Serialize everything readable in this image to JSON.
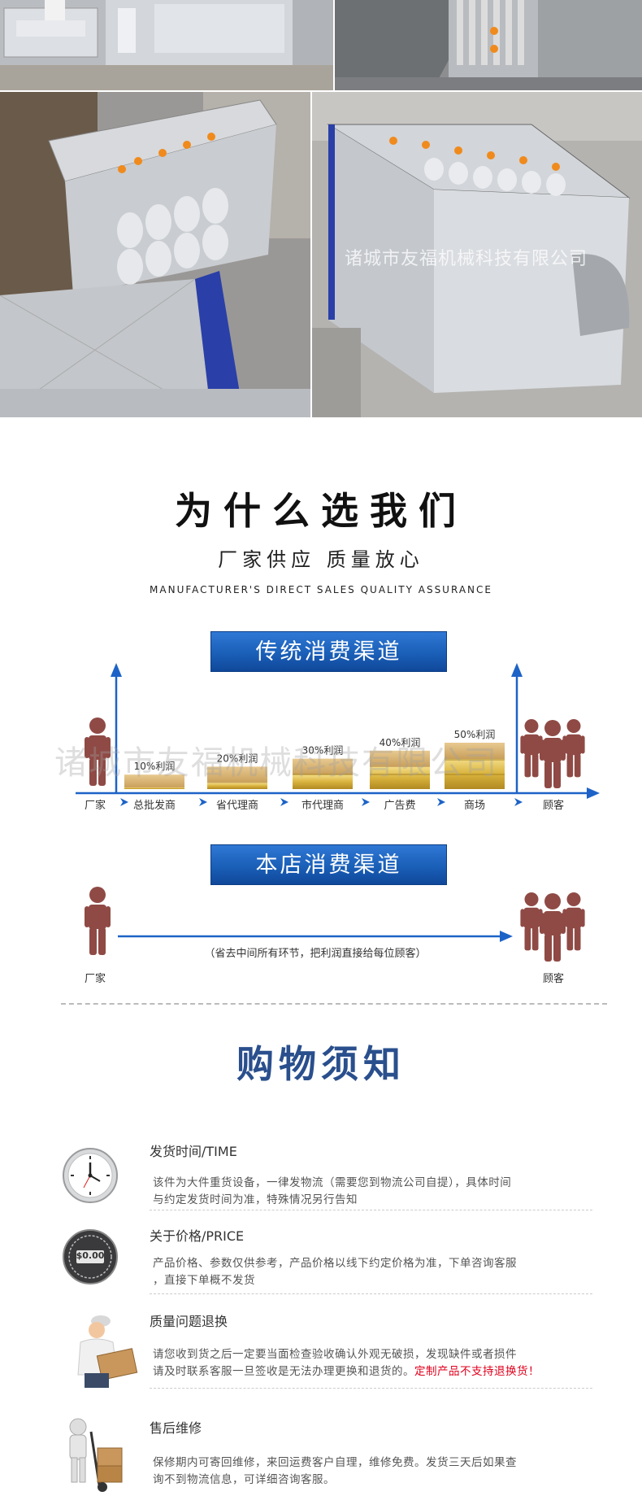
{
  "watermark": "诸城市友福机械科技有限公司",
  "why": {
    "title": "为什么选我们",
    "subtitle": "厂家供应  质量放心",
    "english": "MANUFACTURER'S DIRECT SALES QUALITY ASSURANCE"
  },
  "traditional": {
    "banner": "传统消费渠道",
    "start_label": "厂家",
    "end_label": "顾客",
    "stages": [
      {
        "name": "总批发商",
        "profit": "10%利润",
        "percent": 10
      },
      {
        "name": "省代理商",
        "profit": "20%利润",
        "percent": 20
      },
      {
        "name": "市代理商",
        "profit": "30%利润",
        "percent": 30
      },
      {
        "name": "广告费",
        "profit": "40%利润",
        "percent": 40
      },
      {
        "name": "商场",
        "profit": "50%利润",
        "percent": 50
      }
    ]
  },
  "direct": {
    "banner": "本店消费渠道",
    "start_label": "厂家",
    "end_label": "顾客",
    "note": "（省去中间所有环节，把利润直接给每位顾客）"
  },
  "notice": {
    "title": "购物须知",
    "items": [
      {
        "heading": "发货时间/TIME",
        "icon": "clock-icon",
        "line1": "该件为大件重货设备，一律发物流（需要您到物流公司自提），具体时间",
        "line2": "与约定发货时间为准，特殊情况另行告知"
      },
      {
        "heading": "关于价格/PRICE",
        "icon": "price-tag-icon",
        "tag_text": "$0.00",
        "line1": "产品价格、参数仅供参考，产品价格以线下约定价格为准，下单咨询客服",
        "line2": "，直接下单概不发货"
      },
      {
        "heading": "质量问题退换",
        "icon": "delivery-man-icon",
        "line1": "请您收到货之后一定要当面检查验收确认外观无破损，发现缺件或者损件",
        "line2": "请及时联系客服一旦签收是无法办理更换和退货的。",
        "line2_red": "定制产品不支持退换货！"
      },
      {
        "heading": "售后维修",
        "icon": "hand-truck-icon",
        "line1": "保修期内可寄回维修，来回运费客户自理，维修免费。发货三天后如果查",
        "line2": "询不到物流信息，可详细咨询客服。"
      }
    ]
  },
  "colors": {
    "accent_blue": "#1a5fb8",
    "arrow_blue": "#1d63c7",
    "person": "#8f4a45",
    "gold": "#d8b23c",
    "title_blue": "#2a4f8d"
  }
}
